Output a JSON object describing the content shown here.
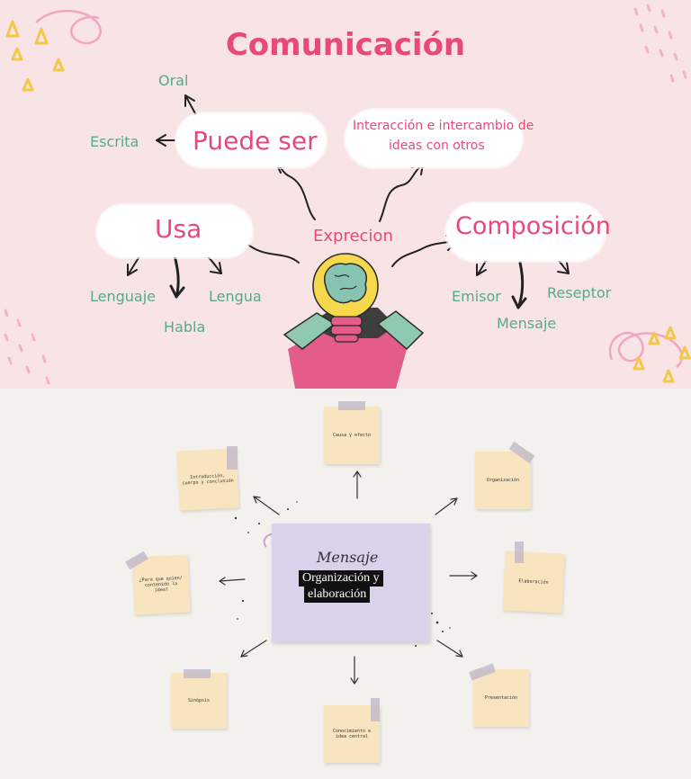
{
  "top": {
    "title": "Comunicación",
    "center": "Exprecion",
    "puede_ser": {
      "label": "Puede ser",
      "children": [
        "Oral",
        "Escrita"
      ]
    },
    "interaccion": {
      "line1": "Interacción e intercambio de",
      "line2": "ideas con otros"
    },
    "usa": {
      "label": "Usa",
      "children": [
        "Lenguaje",
        "Habla",
        "Lengua"
      ]
    },
    "composicion": {
      "label": "Composición",
      "children": [
        "Emisor",
        "Mensaje",
        "Reseptor"
      ]
    },
    "colors": {
      "background": "#f9e4e5",
      "title": "#e8497a",
      "pink_text": "#e8497a",
      "green_text": "#5aa888",
      "bulb": "#f6d84c",
      "brain": "#86c4b1",
      "box": "#e45c88"
    }
  },
  "bottom": {
    "central": {
      "script": "Mensaje",
      "line1": "Organización y",
      "line2": "elaboración"
    },
    "notes": {
      "causa": "Causa y efecto",
      "intro": "Introducción, cuerpo y conclusión",
      "organizacion": "Organización",
      "para_que": "¿Para que quien/ contenido la idea?",
      "elaboracion": "Elaboración",
      "sinopsis": "Sinópsis",
      "conocimiento": "Conocimiento e idea central",
      "presentacion": "Presentación"
    },
    "colors": {
      "background": "#f3f1ed",
      "note": "#f8e5bf",
      "central": "#d9d2ea"
    }
  }
}
